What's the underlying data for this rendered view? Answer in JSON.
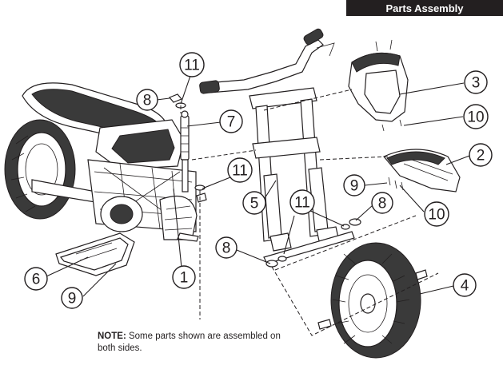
{
  "header": {
    "title": "Parts Assembly"
  },
  "callouts": [
    "1",
    "2",
    "3",
    "4",
    "5",
    "6",
    "7",
    "8",
    "9",
    "10",
    "11"
  ],
  "note": {
    "label": "NOTE:",
    "text": "Some parts shown are assembled on both sides."
  },
  "colors": {
    "ink": "#231f20",
    "header_bg": "#231f20",
    "header_text": "#ffffff"
  }
}
